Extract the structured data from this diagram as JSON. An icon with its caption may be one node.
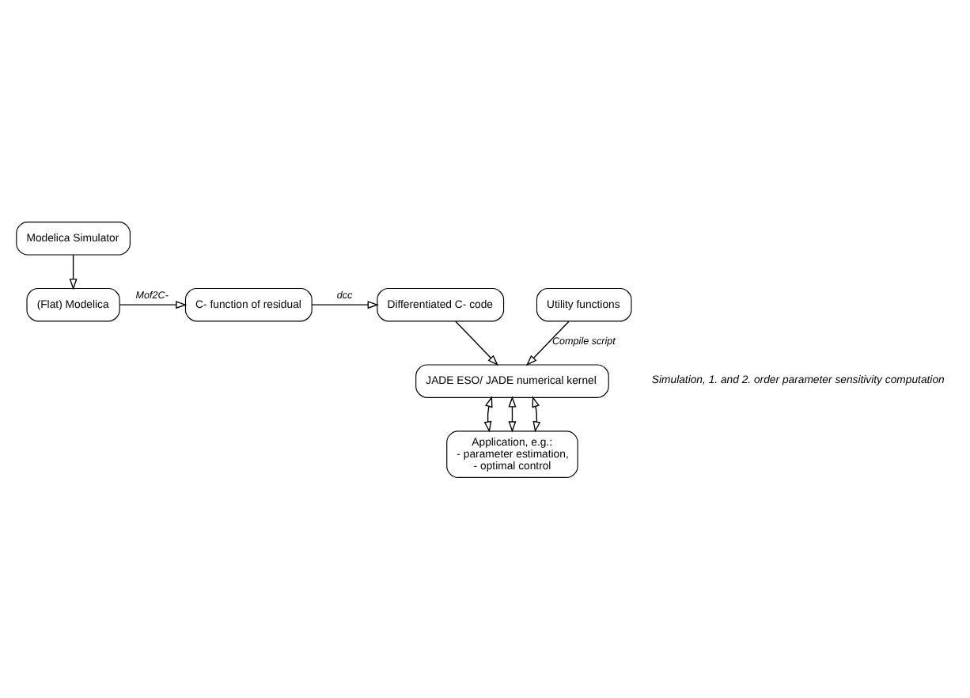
{
  "diagram": {
    "nodes": [
      {
        "text": [
          "Modelica Simulator"
        ]
      },
      {
        "text": [
          "(Flat) Modelica"
        ]
      },
      {
        "text": [
          "C- function of residual"
        ]
      },
      {
        "text": [
          "Utility functions"
        ]
      },
      {
        "text": [
          "Differentiated C- code"
        ]
      },
      {
        "text": [
          "JADE ESO/ JADE numerical kernel"
        ]
      },
      {
        "text": [
          "Application, e.g.:",
          "- parameter estimation,",
          "- optimal control"
        ]
      }
    ],
    "edges": [
      {
        "from": 0,
        "to": 1,
        "arrow": "to"
      },
      {
        "from": 1,
        "to": 2,
        "arrow": "to",
        "label": "Mof2C-"
      },
      {
        "from": 2,
        "to": 4,
        "arrow": "to",
        "label": "dcc"
      },
      {
        "from": 4,
        "to": 5,
        "arrow": "to"
      },
      {
        "from": 3,
        "to": 5,
        "arrow": "to",
        "label": "Compile script"
      },
      {
        "from": 5,
        "to": 6,
        "arrow": "both"
      },
      {
        "from": 5,
        "to": 6,
        "arrow": "both"
      },
      {
        "from": 5,
        "to": 6,
        "arrow": "both"
      }
    ],
    "labels": [
      "Simulation, 1. and 2. order parameter sensitivity computation"
    ]
  }
}
